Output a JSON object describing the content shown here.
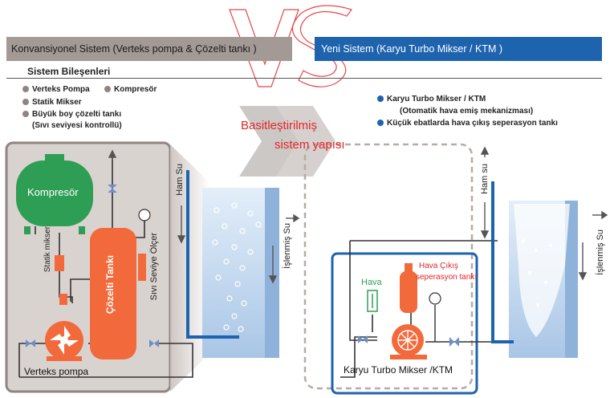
{
  "header": {
    "left_title": "Konvansiyonel Sistem (Verteks pompa & Çözelti tankı )",
    "right_title": "Yeni Sistem (Karyu Turbo Mikser / KTM )",
    "vs": "VS"
  },
  "components": {
    "title": "Sistem Bileşenleri",
    "conventional": [
      "Verteks Pompa",
      "Kompresör",
      "Statik Mikser",
      "Büyük boy çözelti tankı",
      "(Sıvı seviyesi kontrollü)"
    ],
    "new": [
      "Karyu Turbo Mikser / KTM",
      "(Otomatik hava emiş mekanizması)",
      "Küçük ebatlarda hava çıkış seperasyon tankı"
    ]
  },
  "simplified": {
    "line1": "Basitleştirilmiş",
    "line2": "sistem yapısı"
  },
  "left_diagram": {
    "compressor": "Kompresör",
    "static_mixer": "Statik mikser",
    "solution_tank": "Çözelti Tankı",
    "level_gauge": "Sıvı Seviye Ölçer",
    "vortex_pump": "Verteks pompa",
    "raw_water": "Ham Su",
    "treated_water": "İşlenmiş Su"
  },
  "right_diagram": {
    "air": "Hava",
    "separation_tank_line1": "Hava Çıkış",
    "separation_tank_line2": "seperasyon tankı",
    "ktm": "Karyu Turbo Mikser /KTM",
    "raw_water": "Ham su",
    "treated_water": "İşlenmiş Su"
  },
  "colors": {
    "conventional_header": "#a39a95",
    "new_header": "#1e63ae",
    "tank_orange": "#f26a3b",
    "compressor_green": "#2e9e55",
    "water_blue": "#cfe0f2",
    "highlight_red": "#e3262a"
  }
}
